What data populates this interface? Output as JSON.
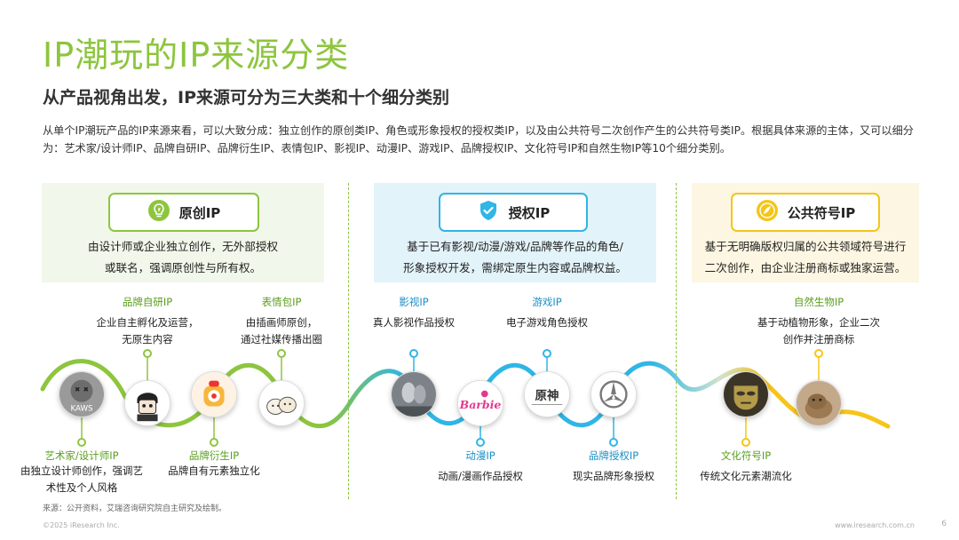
{
  "title": "IP潮玩的IP来源分类",
  "subtitle": "从产品视角出发，IP来源可分为三大类和十个细分类别",
  "intro": "从单个IP潮玩产品的IP来源来看，可以大致分成：独立创作的原创类IP、角色或形象授权的授权类IP，以及由公共符号二次创作产生的公共符号类IP。根据具体来源的主体，又可以细分为：艺术家/设计师IP、品牌自研IP、品牌衍生IP、表情包IP、影视IP、动漫IP、游戏IP、品牌授权IP、文化符号IP和自然生物IP等10个细分类别。",
  "panels": {
    "original": {
      "label": "原创IP",
      "desc": [
        "由设计师或企业独立创作，无外部授权",
        "或联名，强调原创性与所有权。"
      ]
    },
    "licensed": {
      "label": "授权IP",
      "desc": [
        "基于已有影视/动漫/游戏/品牌等作品的角色/",
        "形象授权开发，需绑定原生内容或品牌权益。"
      ]
    },
    "public": {
      "label": "公共符号IP",
      "desc": [
        "基于无明确版权归属的公共领域符号进行",
        "二次创作，由企业注册商标或独家运营。"
      ]
    }
  },
  "categories": {
    "artist": {
      "name": "艺术家/设计师IP",
      "desc": [
        "由独立设计师创作，强调艺",
        "术性及个人风格"
      ]
    },
    "brand_own": {
      "name": "品牌自研IP",
      "desc": [
        "企业自主孵化及运营，",
        "无原生内容"
      ]
    },
    "brand_derived": {
      "name": "品牌衍生IP",
      "desc": [
        "品牌自有元素独立化"
      ]
    },
    "meme": {
      "name": "表情包IP",
      "desc": [
        "由插画师原创，",
        "通过社媒传播出圈"
      ]
    },
    "film": {
      "name": "影视IP",
      "desc": [
        "真人影视作品授权"
      ]
    },
    "anime": {
      "name": "动漫IP",
      "desc": [
        "动画/漫画作品授权"
      ]
    },
    "game": {
      "name": "游戏IP",
      "desc": [
        "电子游戏角色授权"
      ]
    },
    "brand_license": {
      "name": "品牌授权IP",
      "desc": [
        "现实品牌形象授权"
      ]
    },
    "culture": {
      "name": "文化符号IP",
      "desc": [
        "传统文化元素潮流化"
      ]
    },
    "nature": {
      "name": "自然生物IP",
      "desc": [
        "基于动植物形象，企业二次",
        "创作并注册商标"
      ]
    }
  },
  "logos": {
    "kaws": "KAWS",
    "barbie": "Barbie",
    "genshin": "原神"
  },
  "footer": {
    "source": "来源：公开资料，艾瑞咨询研究院自主研究及绘制。",
    "copyright": "©2025 iResearch Inc.",
    "website": "www.iresearch.com.cn",
    "page": "6"
  },
  "colors": {
    "green": "#8dc53e",
    "blue": "#2fb6e6",
    "yellow": "#f5c518"
  },
  "icons": {
    "original": "lightbulb-icon",
    "licensed": "shield-check-icon",
    "public": "leaf-coin-icon"
  }
}
